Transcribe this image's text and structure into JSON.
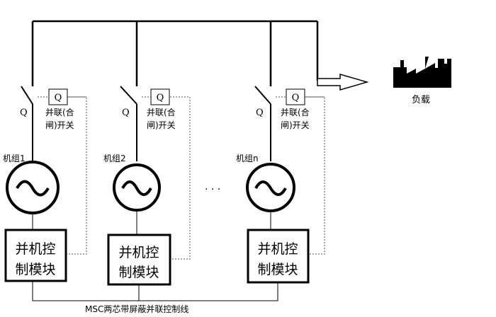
{
  "load": {
    "label": "负载"
  },
  "units": [
    {
      "switch_symbol": "Q",
      "box_symbol": "Q",
      "switch_label_line1": "并联(合",
      "switch_label_line2": "闸)开关",
      "unit_label": "机组1",
      "module_line1": "并机控",
      "module_line2": "制模块"
    },
    {
      "switch_symbol": "Q",
      "box_symbol": "Q",
      "switch_label_line1": "并联(合",
      "switch_label_line2": "闸)开关",
      "unit_label": "机组2",
      "module_line1": "并机控",
      "module_line2": "制模块"
    },
    {
      "switch_symbol": "Q",
      "box_symbol": "Q",
      "switch_label_line1": "并联(合",
      "switch_label_line2": "闸)开关",
      "unit_label": "机组n",
      "module_line1": "并机控",
      "module_line2": "制模块"
    }
  ],
  "ellipsis": "· · ·",
  "bus_label": "MSC两芯带屏蔽并联控制线"
}
